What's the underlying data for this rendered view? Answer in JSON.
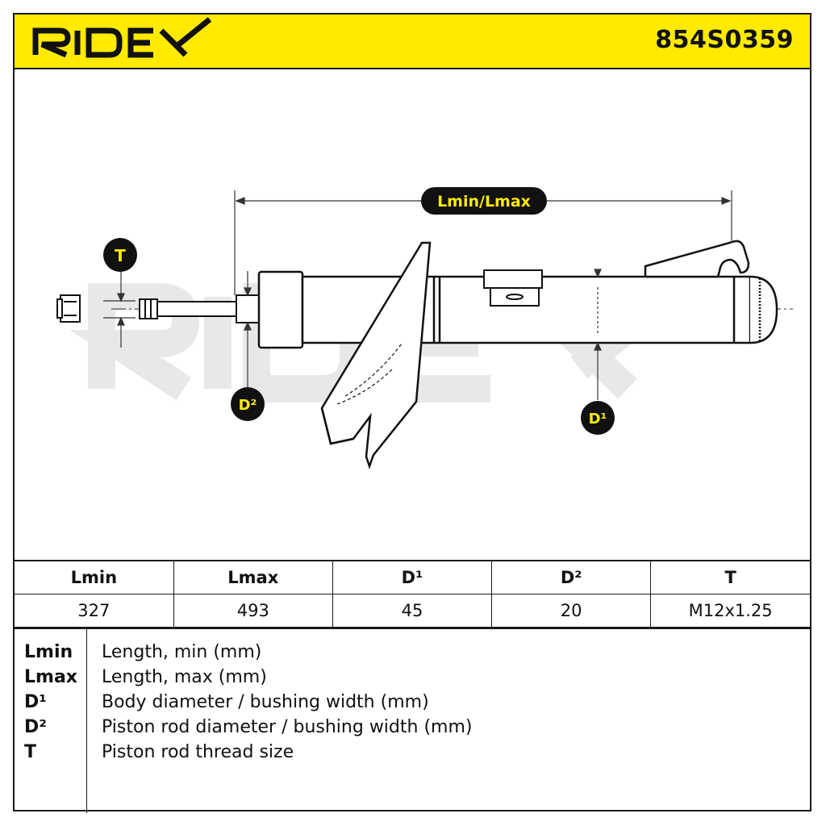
{
  "header": {
    "brand": "RIDEX",
    "part_number": "854S0359",
    "colors": {
      "brand_yellow": "#ffea00",
      "ink": "#111111",
      "watermark": "#e6e6e6"
    }
  },
  "diagram": {
    "subject": "shock-absorber",
    "callouts": {
      "length": "Lmin/Lmax",
      "thread": "T",
      "rod_diameter": "D²",
      "body_diameter": "D¹"
    },
    "watermark": "RIDEX"
  },
  "spec_table": {
    "headers": [
      "Lmin",
      "Lmax",
      "D¹",
      "D²",
      "T"
    ],
    "values": [
      "327",
      "493",
      "45",
      "20",
      "M12x1.25"
    ]
  },
  "legend": [
    {
      "key": "Lmin",
      "desc": "Length, min (mm)"
    },
    {
      "key": "Lmax",
      "desc": "Length, max (mm)"
    },
    {
      "key": "D¹",
      "desc": "Body diameter / bushing width (mm)"
    },
    {
      "key": "D²",
      "desc": "Piston rod diameter / bushing width (mm)"
    },
    {
      "key": "T",
      "desc": "Piston rod thread size"
    }
  ]
}
